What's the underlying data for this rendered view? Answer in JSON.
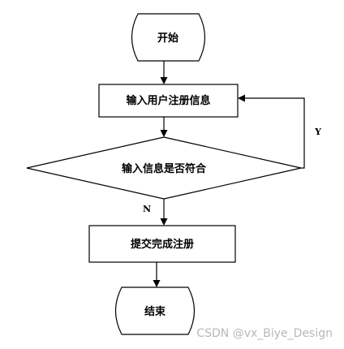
{
  "flowchart": {
    "nodes": {
      "start": {
        "type": "terminator",
        "label": "开始"
      },
      "input": {
        "type": "process",
        "label": "输入用户注册信息"
      },
      "check": {
        "type": "decision",
        "label": "输入信息是否符合"
      },
      "submit": {
        "type": "process",
        "label": "提交完成注册"
      },
      "end": {
        "type": "terminator",
        "label": "结束"
      }
    },
    "edges": [
      {
        "from": "start",
        "to": "input",
        "label": ""
      },
      {
        "from": "input",
        "to": "check",
        "label": ""
      },
      {
        "from": "check",
        "to": "input",
        "label": "Y"
      },
      {
        "from": "check",
        "to": "submit",
        "label": "N"
      },
      {
        "from": "submit",
        "to": "end",
        "label": ""
      }
    ]
  },
  "watermark": "CSDN @vx_Biye_Design"
}
